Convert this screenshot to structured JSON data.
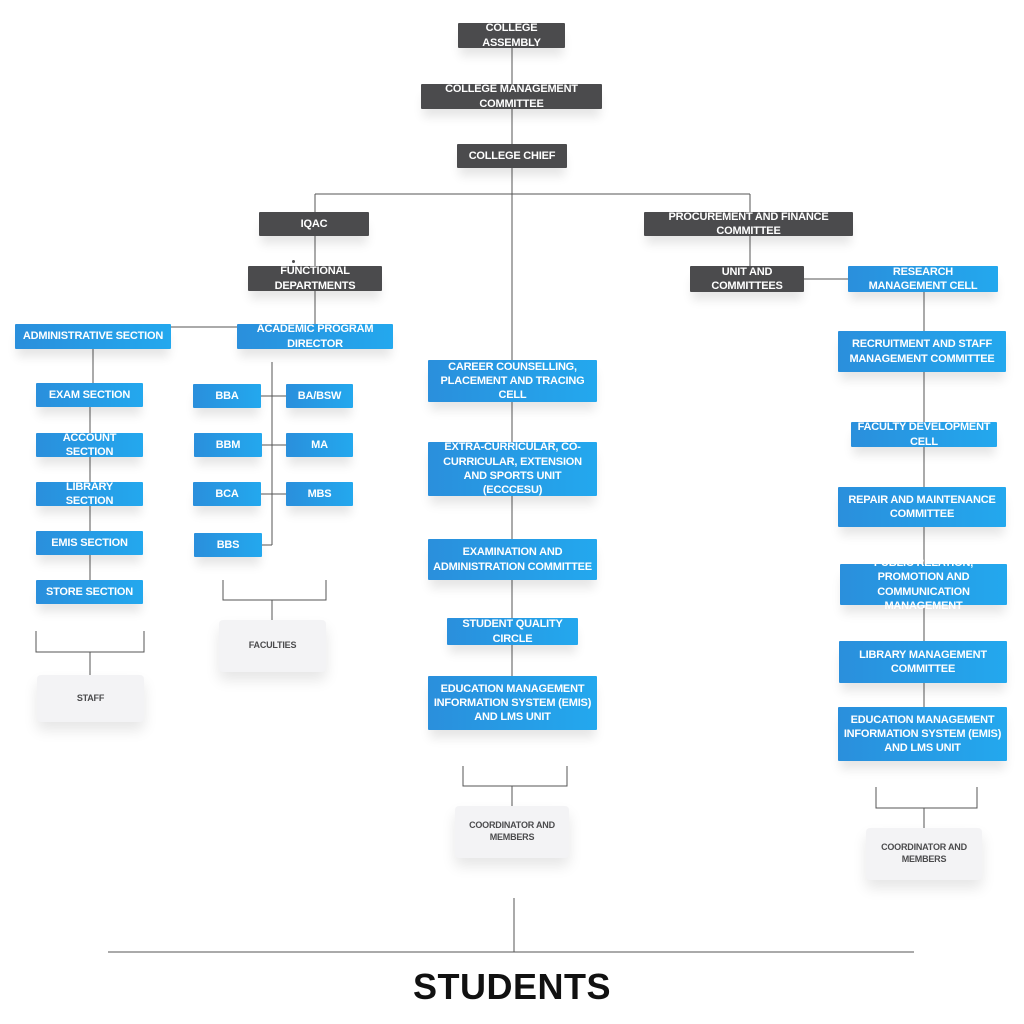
{
  "top": {
    "college_assembly": "COLLEGE ASSEMBLY",
    "college_management_committee": "COLLEGE MANAGEMENT COMMITTEE",
    "college_chief": "COLLEGE CHIEF"
  },
  "left": {
    "iqac": "IQAC",
    "functional_departments": "FUNCTIONAL DEPARTMENTS",
    "administrative_section": "ADMINISTRATIVE SECTION",
    "academic_program_director": "ACADEMIC PROGRAM DIRECTOR",
    "sections": [
      "EXAM SECTION",
      "ACCOUNT SECTION",
      "LIBRARY SECTION",
      "EMIS SECTION",
      "STORE SECTION"
    ],
    "staff": "STAFF",
    "programs_left": [
      "BBA",
      "BBM",
      "BCA",
      "BBS"
    ],
    "programs_right": [
      "BA/BSW",
      "MA",
      "MBS"
    ],
    "faculties": "FACULTIES"
  },
  "center": {
    "units": [
      "CAREER COUNSELLING, PLACEMENT AND TRACING CELL",
      "EXTRA-CURRICULAR, CO-CURRICULAR, EXTENSION AND SPORTS UNIT (ECCCESU)",
      "EXAMINATION AND ADMINISTRATION COMMITTEE",
      "STUDENT QUALITY CIRCLE",
      "EDUCATION MANAGEMENT INFORMATION SYSTEM (EMIS) AND LMS UNIT"
    ],
    "coordinator": "COORDINATOR AND MEMBERS"
  },
  "right": {
    "procurement": "PROCUREMENT AND FINANCE COMMITTEE",
    "unit_and_committees": "UNIT AND COMMITTEES",
    "research_cell": "RESEARCH MANAGEMENT CELL",
    "committees": [
      "RECRUITMENT AND STAFF MANAGEMENT COMMITTEE",
      "FACULTY DEVELOPMENT CELL",
      "REPAIR AND MAINTENANCE COMMITTEE",
      "PUBLIC RELATION, PROMOTION AND COMMUNICATION MANAGEMENT",
      "LIBRARY MANAGEMENT COMMITTEE",
      "EDUCATION MANAGEMENT INFORMATION SYSTEM (EMIS) AND LMS UNIT"
    ],
    "coordinator": "COORDINATOR AND MEMBERS"
  },
  "footer": {
    "students": "STUDENTS"
  }
}
